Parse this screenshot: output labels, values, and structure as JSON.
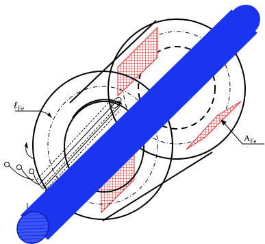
{
  "labels": {
    "l_fe": {
      "main": "ℓ",
      "sub": "Fe"
    },
    "a_fe": {
      "main": "A",
      "sub": "Fe"
    }
  },
  "colors": {
    "shaft": "#1a35ee",
    "shaft_hatch": "#2a4bff",
    "cross_section": "#e02424",
    "outline": "#000000",
    "background": "#ffffff"
  }
}
